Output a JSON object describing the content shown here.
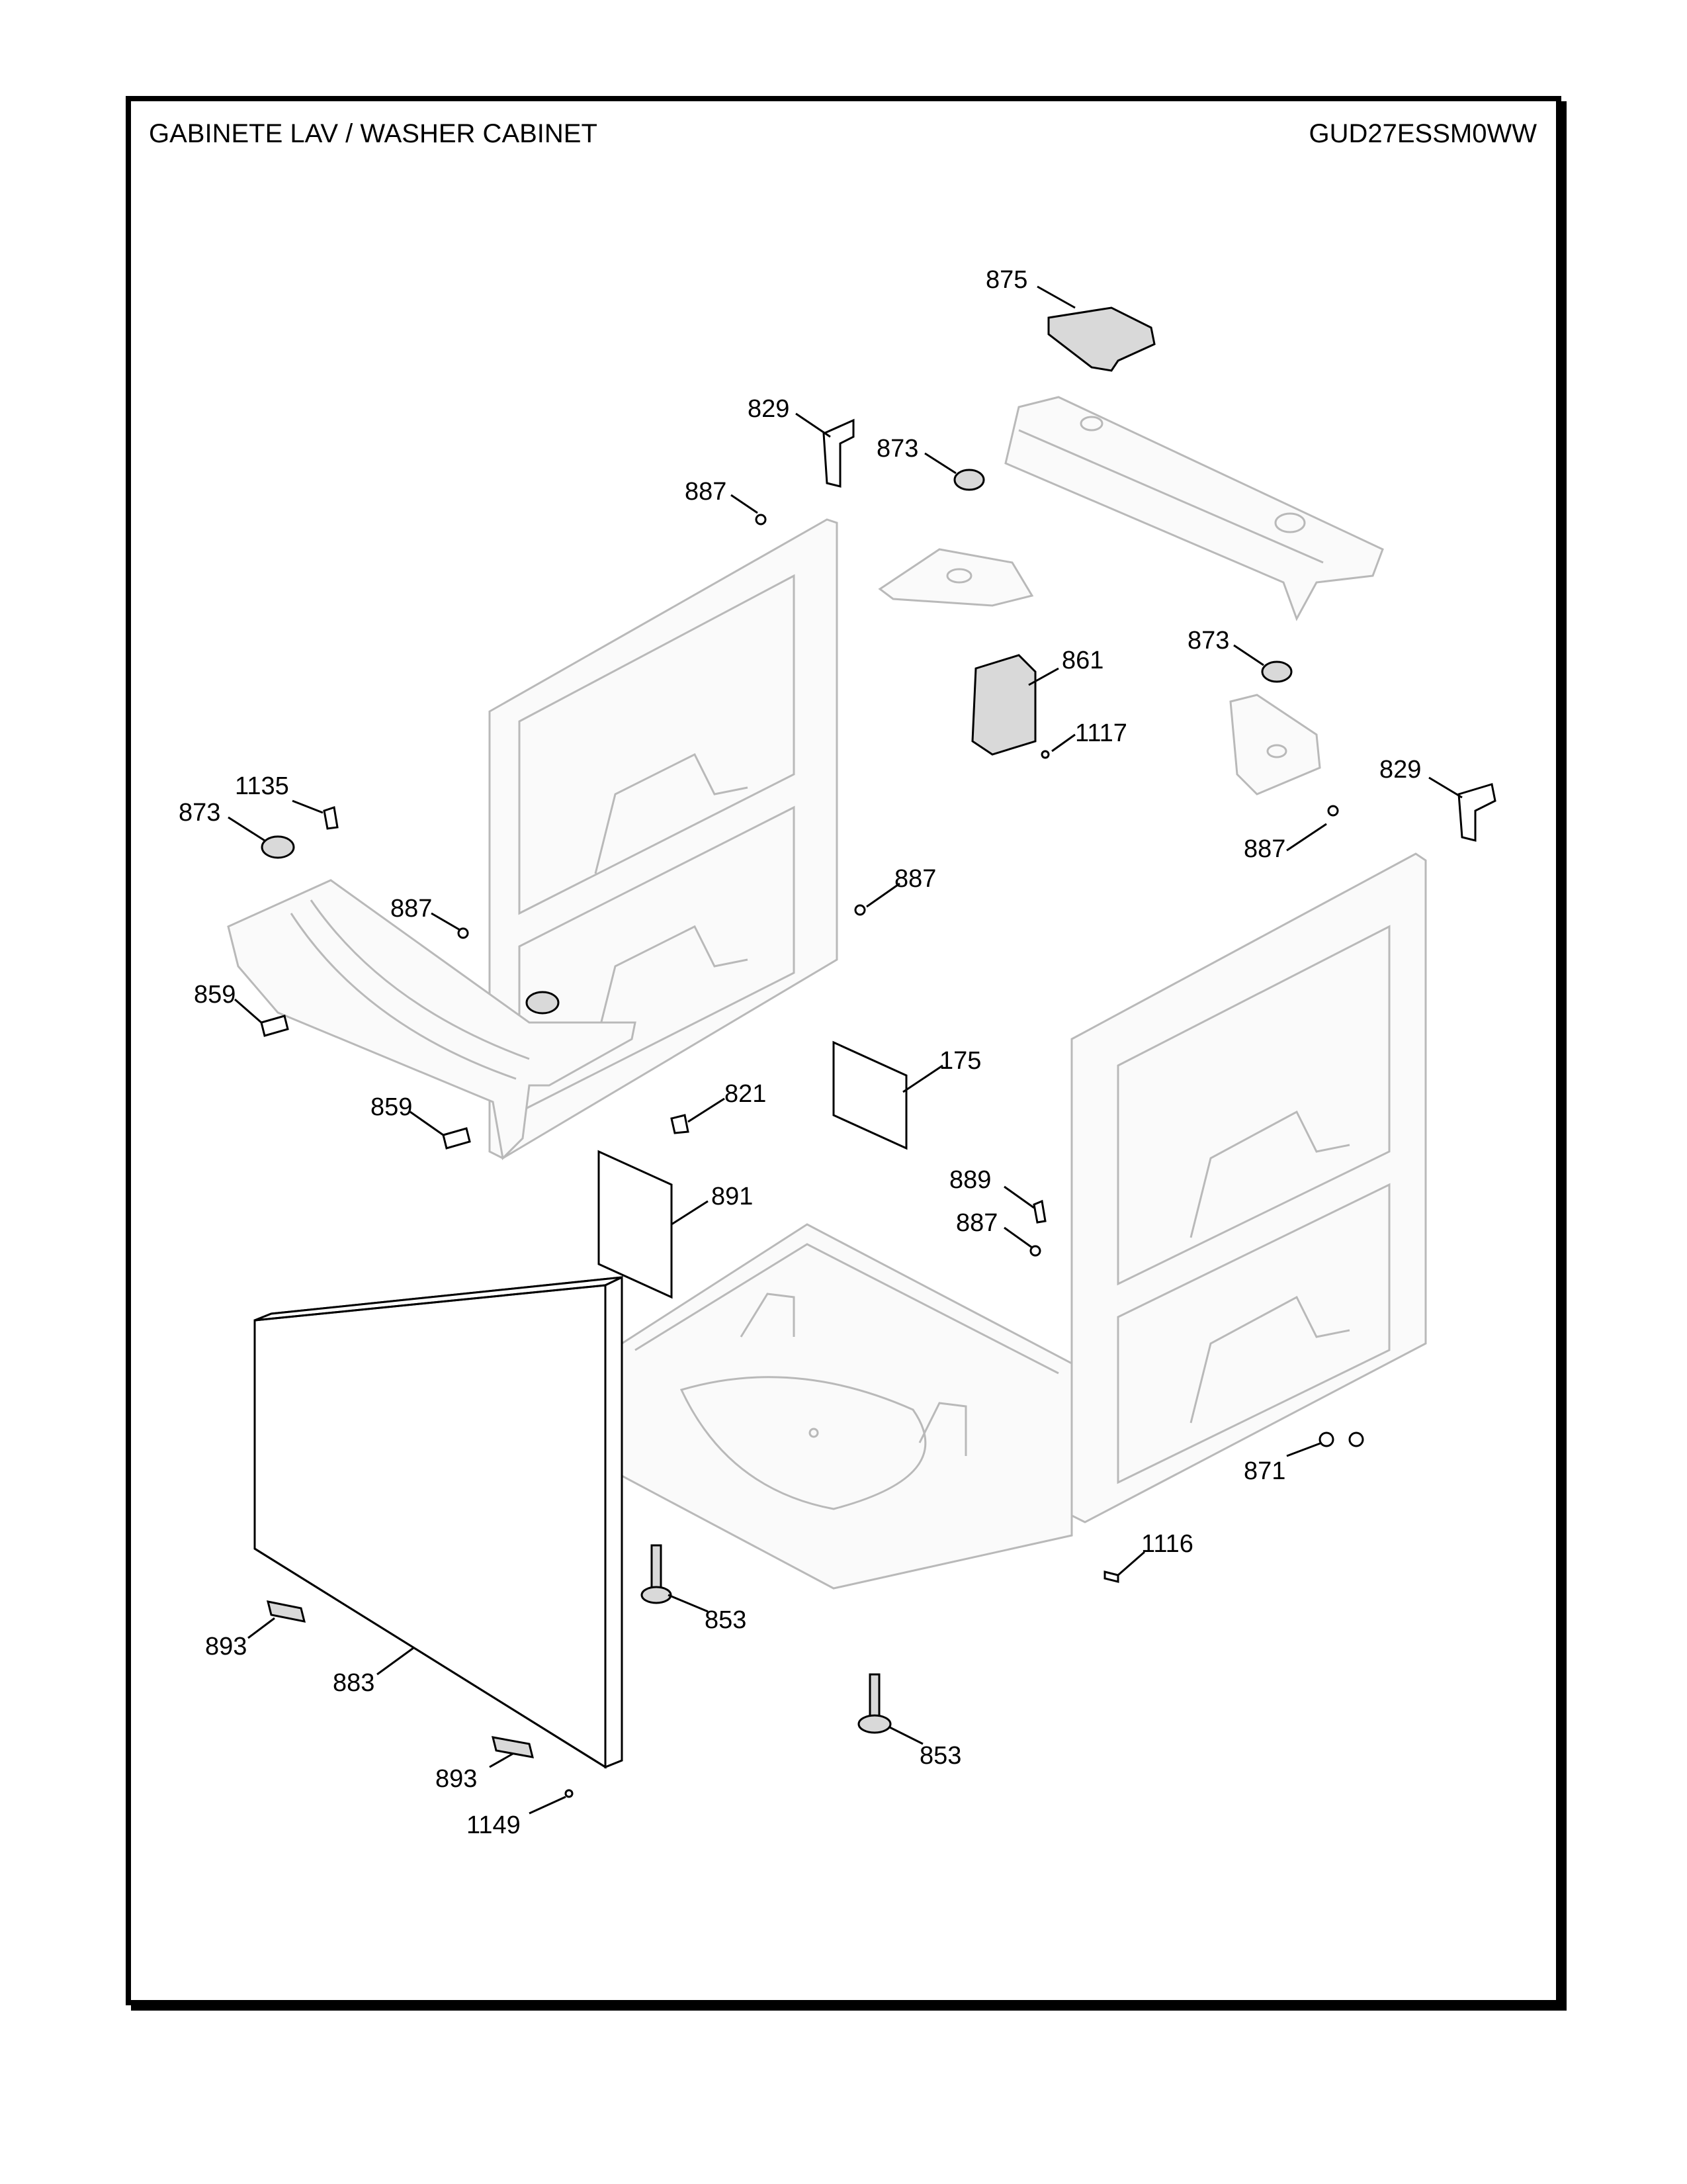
{
  "header": {
    "title": "GABINETE LAV / WASHER CABINET",
    "model": "GUD27ESSM0WW"
  },
  "callouts": {
    "c875": "875",
    "c829a": "829",
    "c873a": "873",
    "c887a": "887",
    "c861": "861",
    "c873b": "873",
    "c1117": "1117",
    "c829b": "829",
    "c887b": "887",
    "c1135": "1135",
    "c873c": "873",
    "c887c": "887",
    "c887d": "887",
    "c859a": "859",
    "c175": "175",
    "c859b": "859",
    "c821": "821",
    "c891": "891",
    "c889": "889",
    "c887e": "887",
    "c871": "871",
    "c1116": "1116",
    "c853a": "853",
    "c893a": "893",
    "c883": "883",
    "c853b": "853",
    "c893b": "893",
    "c1149": "1149"
  }
}
